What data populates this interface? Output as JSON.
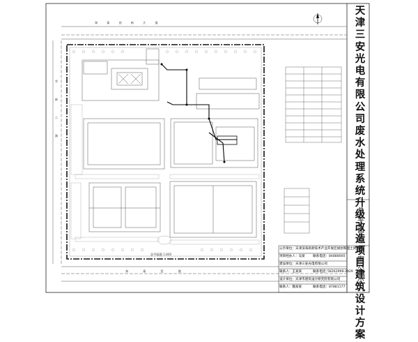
{
  "project": {
    "title_vertical": "天津三安光电有限公司废水处理系统升级改造项目建筑设计方案",
    "sheet_name_vertical": "总平面图草案公示"
  },
  "road_labels": {
    "top": "海 泰 创 新 大 道",
    "bottom": "海 泰 西 路",
    "left": "华 新 二 路"
  },
  "scale_label": "总平面图 1:800",
  "title_block": [
    {
      "label": "公示单位：",
      "value": "天津滨海高新技术产业开发区规划和国土资源局"
    },
    {
      "label": "项目经办人：",
      "value": "马某",
      "phone_label": "联系电话：",
      "phone": "84888000"
    },
    {
      "label": "建设单位：",
      "value": "天津三安光电有限公司"
    },
    {
      "label": "联系人：",
      "value": "王某某",
      "phone_label": "联系电话：",
      "phone": "58262999-2929"
    },
    {
      "label": "设计单位：",
      "value": "天津市建筑设计研究院有限公司"
    },
    {
      "label": "联系人：",
      "value": "魏某某",
      "phone_label": "联系电话：",
      "phone": "87881177"
    }
  ],
  "icons": {
    "north_arrow": "north-arrow-icon",
    "compass": "compass-icon"
  }
}
